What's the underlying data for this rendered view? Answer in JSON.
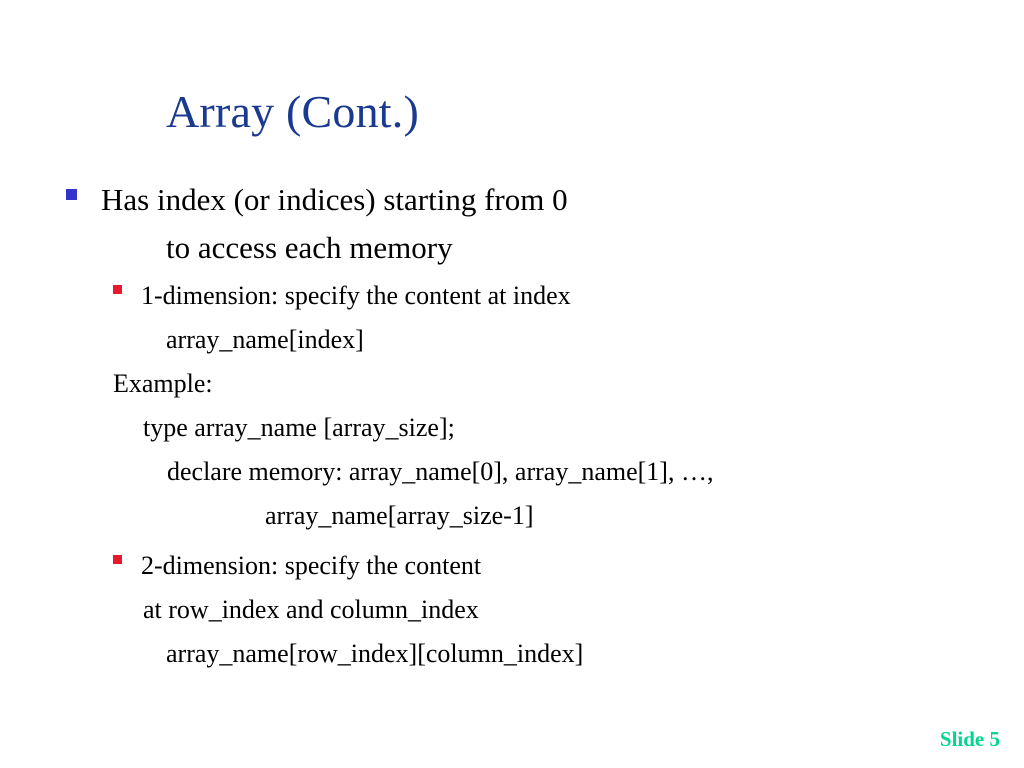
{
  "slide": {
    "title": "Array (Cont.)",
    "title_color": "#1a3a8f",
    "background_color": "#ffffff",
    "body_text_color": "#000000",
    "bullet_level1_color": "#3333cc",
    "bullet_level2_color": "#e8192c",
    "footer": {
      "label": "Slide 5",
      "color": "#00d68f"
    },
    "content": {
      "bullet1": {
        "line1": "Has index (or indices) starting from 0",
        "line2": "to access each memory"
      },
      "bullet2": {
        "line1": "1-dimension: specify the content at index",
        "line2": "array_name[index]"
      },
      "example": {
        "heading": "Example:",
        "line1": "type array_name [array_size];",
        "line2": "declare memory: array_name[0], array_name[1], …,",
        "line3": "array_name[array_size-1]"
      },
      "bullet3": {
        "line1": "2-dimension: specify the content",
        "line2": "at row_index and column_index",
        "line3": "array_name[row_index][column_index]"
      }
    }
  }
}
